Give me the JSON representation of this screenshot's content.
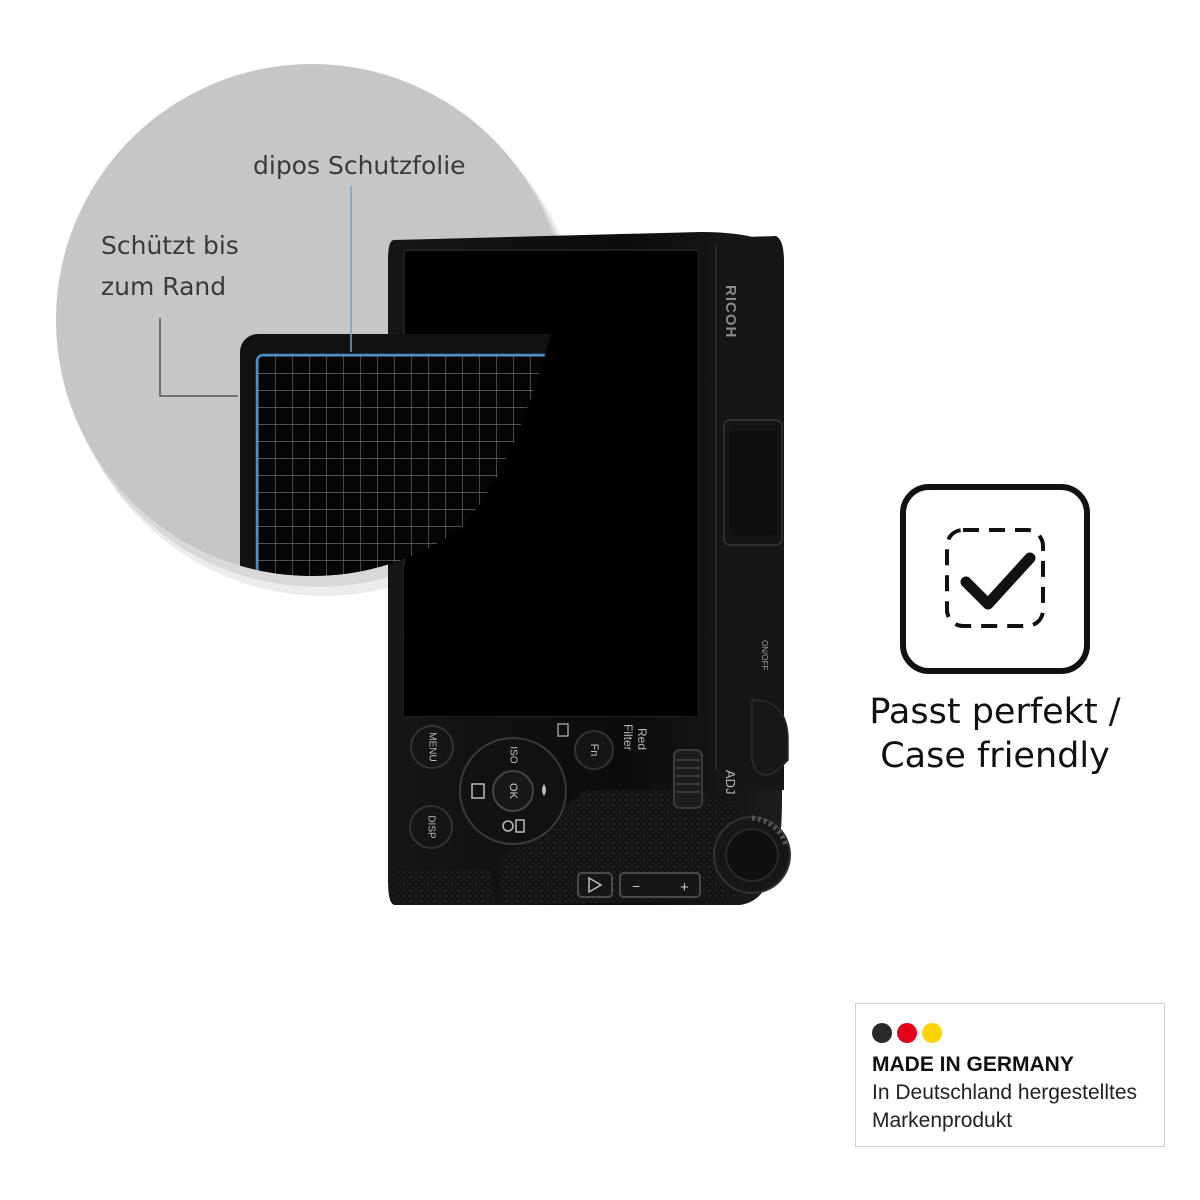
{
  "callouts": {
    "film": "dipos Schutzfolie",
    "edge_line1": "Schützt bis",
    "edge_line2": "zum Rand"
  },
  "camera": {
    "brand": "RICOH",
    "buttons": {
      "menu": "MENU",
      "disp": "DISP",
      "fn": "Fn",
      "iso": "ISO",
      "ok": "OK",
      "red_filter_line1": "Red",
      "red_filter_line2": "Filter",
      "adj": "ADJ",
      "on_off": "ON/OFF",
      "zoom_minus": "−",
      "zoom_plus": "+"
    }
  },
  "fit_badge": {
    "icon": "frame-check-icon",
    "line1": "Passt perfekt /",
    "line2": "Case friendly"
  },
  "germany_badge": {
    "colors": [
      "#2a2a2a",
      "#e2001a",
      "#ffd400"
    ],
    "title": "MADE IN GERMANY",
    "line1": "In Deutschland hergestelltes",
    "line2": "Markenprodukt"
  }
}
